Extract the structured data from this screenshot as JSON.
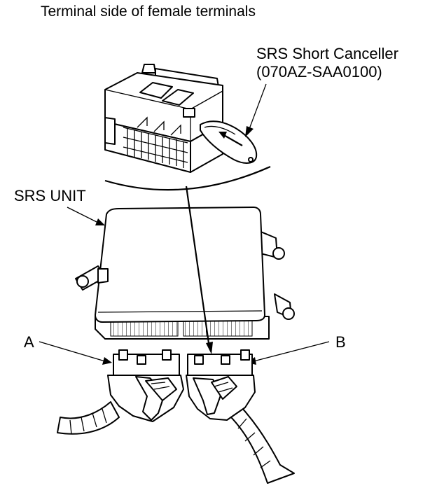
{
  "labels": {
    "title": "Terminal side of female terminals",
    "canceller_name": "SRS Short Canceller",
    "canceller_part": "(070AZ-SAA0100)",
    "unit": "SRS UNIT",
    "connector_a": "A",
    "connector_b": "B"
  },
  "icons": {
    "canceller_arrow": "arrow-icon"
  },
  "colors": {
    "line": "#000000",
    "background": "#ffffff"
  }
}
